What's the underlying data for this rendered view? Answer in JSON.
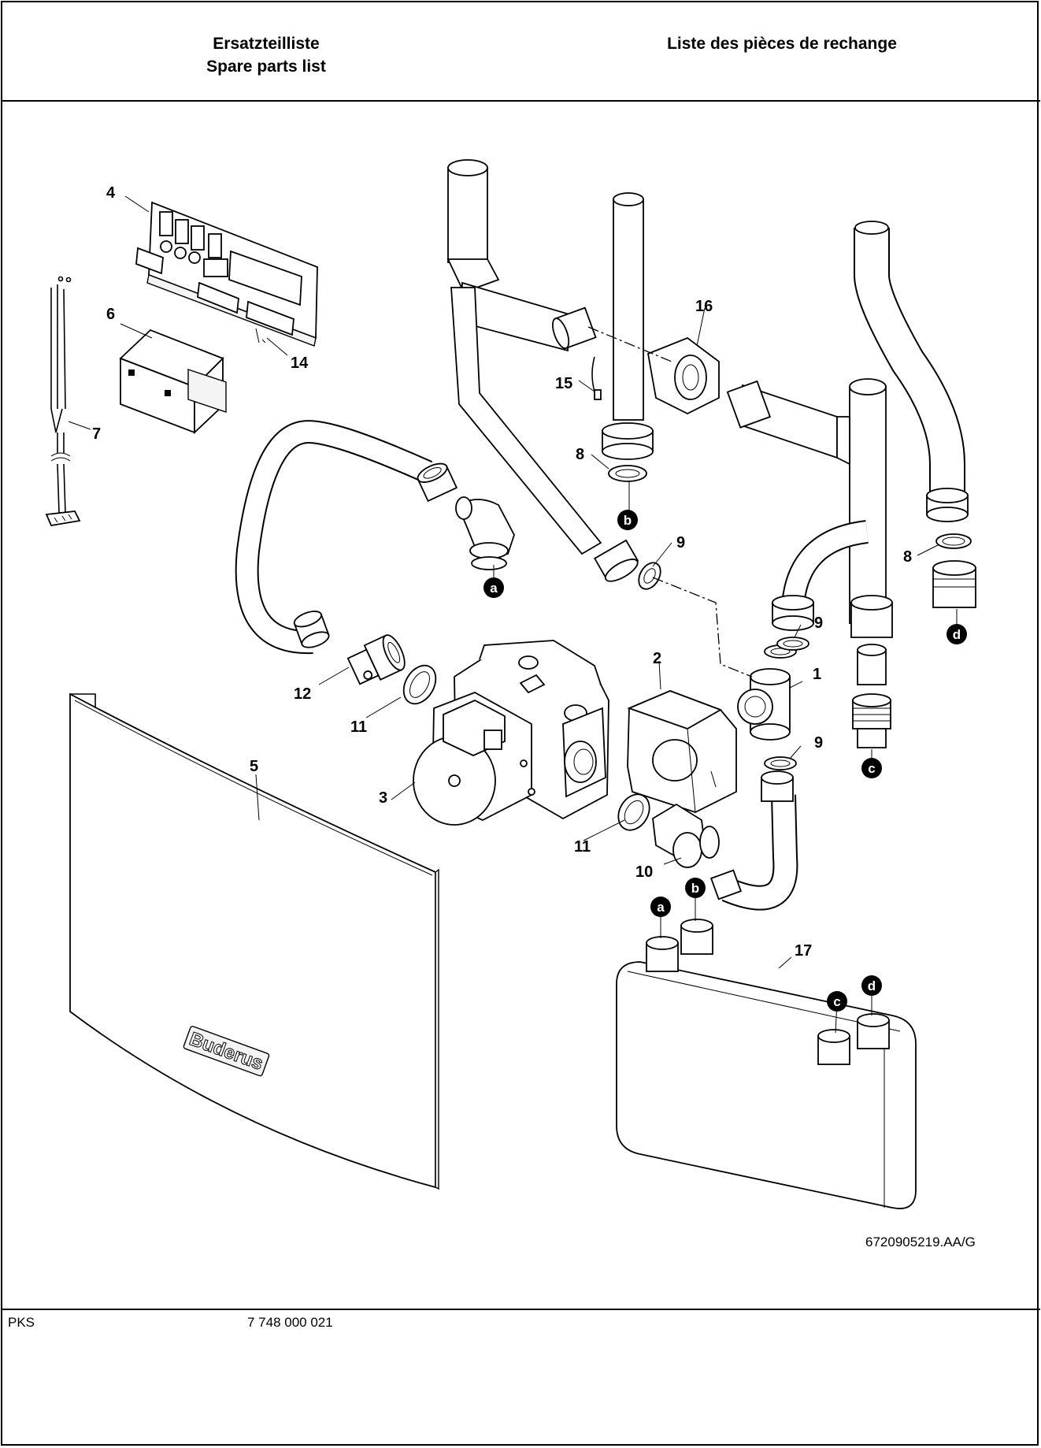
{
  "header": {
    "title_de": "Ersatzteilliste",
    "title_en": "Spare parts list",
    "title_fr": "Liste des pièces de rechange"
  },
  "drawing": {
    "part_labels": [
      "1",
      "2",
      "3",
      "4",
      "5",
      "6",
      "7",
      "8",
      "8",
      "9",
      "9",
      "9",
      "10",
      "11",
      "11",
      "12",
      "14",
      "15",
      "16",
      "17"
    ],
    "connection_markers": [
      "a",
      "b",
      "c",
      "d"
    ],
    "brand_logo_text": "Buderus",
    "drawing_reference": "6720905219.AA/G"
  },
  "footer": {
    "code": "PKS",
    "number": "7 748 000 021"
  }
}
